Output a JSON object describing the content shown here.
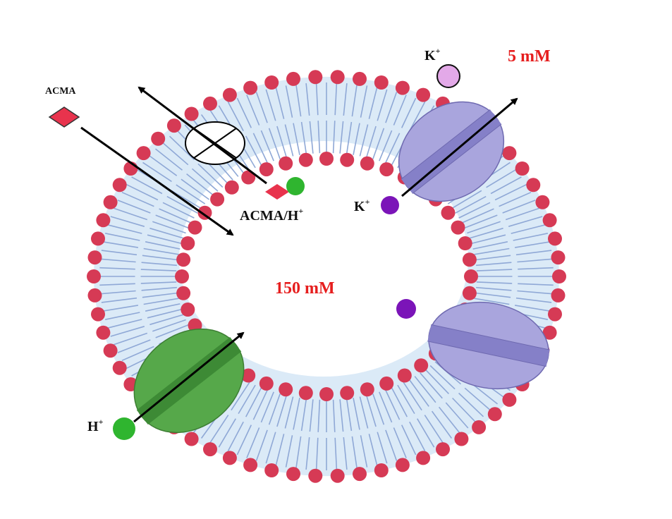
{
  "labels": {
    "acma": "ACMA",
    "acma_h": "ACMA/H",
    "k_outside": "K",
    "k_inside": "K",
    "h_outside": "H",
    "plus": "+",
    "conc_outside": "5 mM",
    "conc_inside": "150 mM"
  },
  "colors": {
    "headgroup": "#d63a55",
    "tail": "#8fa8d6",
    "bilayer_fill": "#dbeaf7",
    "proton_channel": "#56a84a",
    "proton_channel_band": "#3d8a35",
    "k_channel": "#a9a5dd",
    "k_channel_band": "#8580c8",
    "proton": "#2fb52f",
    "k_ion_inside": "#7b14b8",
    "k_ion_outside": "#e3a9e8",
    "acma": "#e8334d",
    "concentration_text": "#e61e1e",
    "arrow": "#000000"
  },
  "icons": {
    "blocked_symbol": "circle-x-icon",
    "acma_marker": "diamond-icon",
    "ion_marker": "circle-icon"
  }
}
